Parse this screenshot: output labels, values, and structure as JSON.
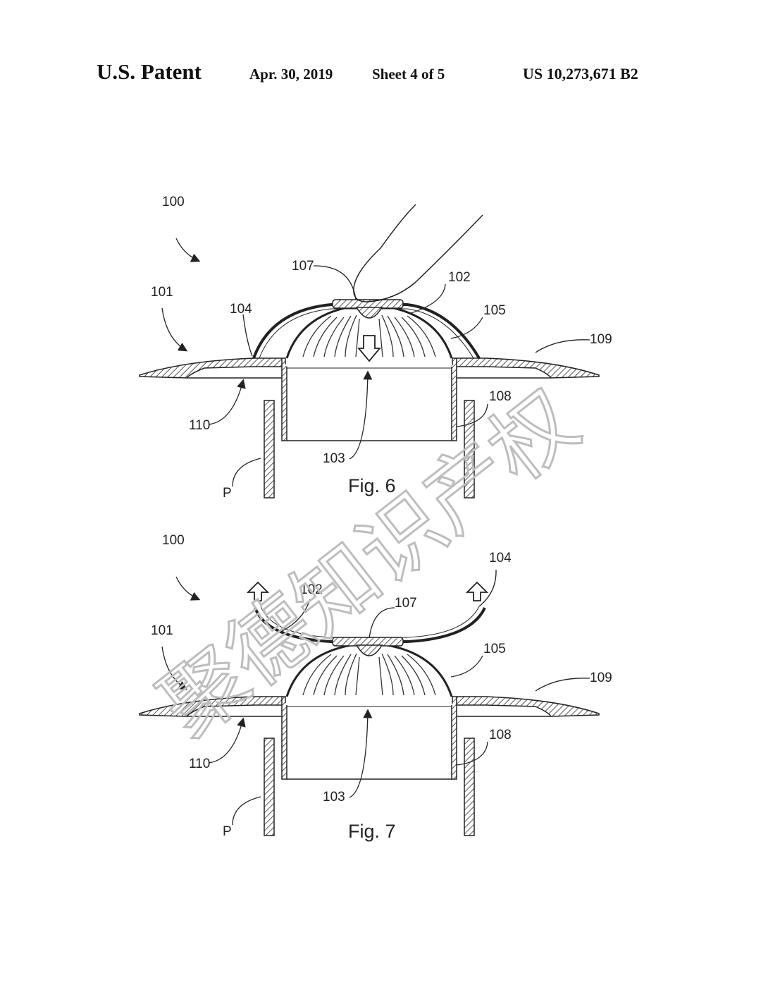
{
  "header": {
    "title": "U.S. Patent",
    "date": "Apr. 30, 2019",
    "sheet": "Sheet 4 of 5",
    "patent_number": "US 10,273,671 B2"
  },
  "figures": [
    {
      "caption": "Fig. 6",
      "labels": {
        "l100": "100",
        "l101": "101",
        "l102": "102",
        "l103": "103",
        "l104": "104",
        "l105": "105",
        "l107": "107",
        "l108": "108",
        "l109": "109",
        "l110": "110",
        "lP": "P"
      }
    },
    {
      "caption": "Fig. 7",
      "labels": {
        "l100": "100",
        "l101": "101",
        "l102": "102",
        "l103": "103",
        "l104": "104",
        "l105": "105",
        "l107": "107",
        "l108": "108",
        "l109": "109",
        "l110": "110",
        "lP": "P"
      }
    }
  ],
  "watermark": "聚德知识产权"
}
